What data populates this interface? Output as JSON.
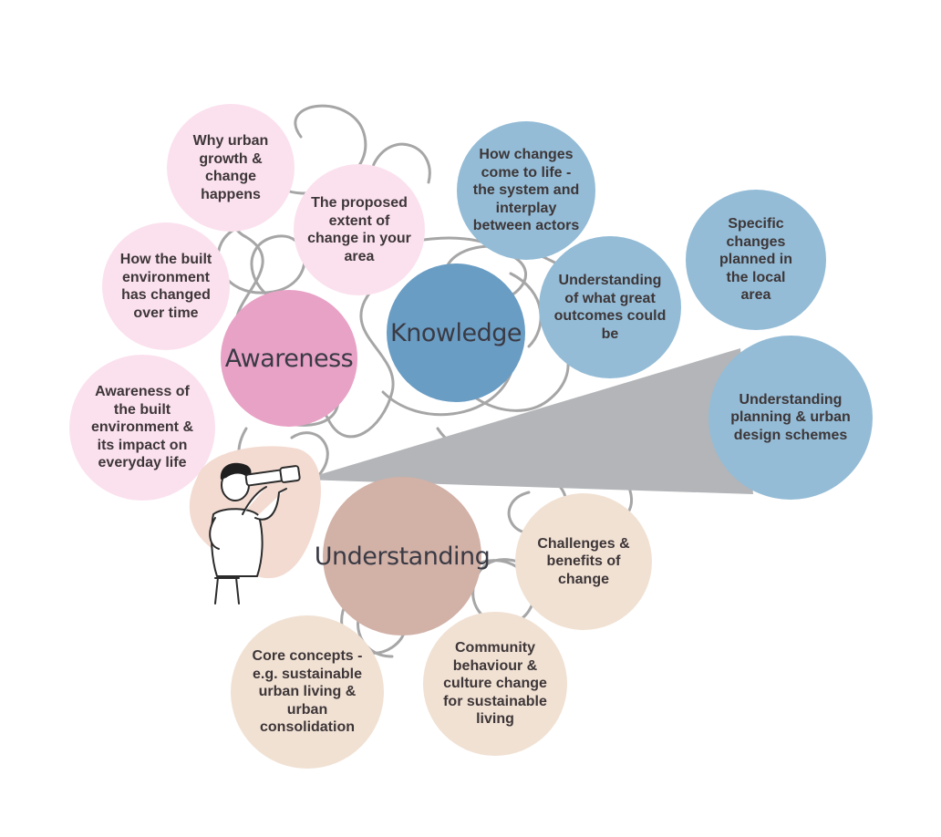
{
  "hubs": {
    "awareness": "Awareness",
    "knowledge": "Knowledge",
    "understanding": "Understanding"
  },
  "awareness_topics": {
    "why_growth": "Why urban growth & change happens",
    "proposed_extent": "The proposed extent of change in your area",
    "built_env_changed": "How the built environment has changed over time",
    "awareness_impact": "Awareness of the built environment & its impact on everyday life"
  },
  "knowledge_topics": {
    "how_changes": "How changes come to life - the system and interplay between actors",
    "specific_changes": "Specific changes planned in the local area",
    "great_outcomes": "Understanding of what great outcomes could be",
    "planning_schemes": "Understanding planning & urban design schemes"
  },
  "understanding_topics": {
    "challenges": "Challenges & benefits of change",
    "community": "Community behaviour & culture change for sustainable living",
    "core_concepts": "Core concepts - e.g. sustainable urban living & urban consolidation"
  },
  "colors": {
    "awareness_hub": "#e8a2c6",
    "awareness_topic": "#fbe1ee",
    "knowledge_hub": "#6a9dc4",
    "knowledge_topic": "#94bcd6",
    "understanding_hub": "#d2b1a7",
    "understanding_topic": "#f1e1d3",
    "scribble": "#a6a6a6",
    "telescope_beam": "#b3b5b8"
  },
  "illustration": "person-looking-through-telescope-icon"
}
